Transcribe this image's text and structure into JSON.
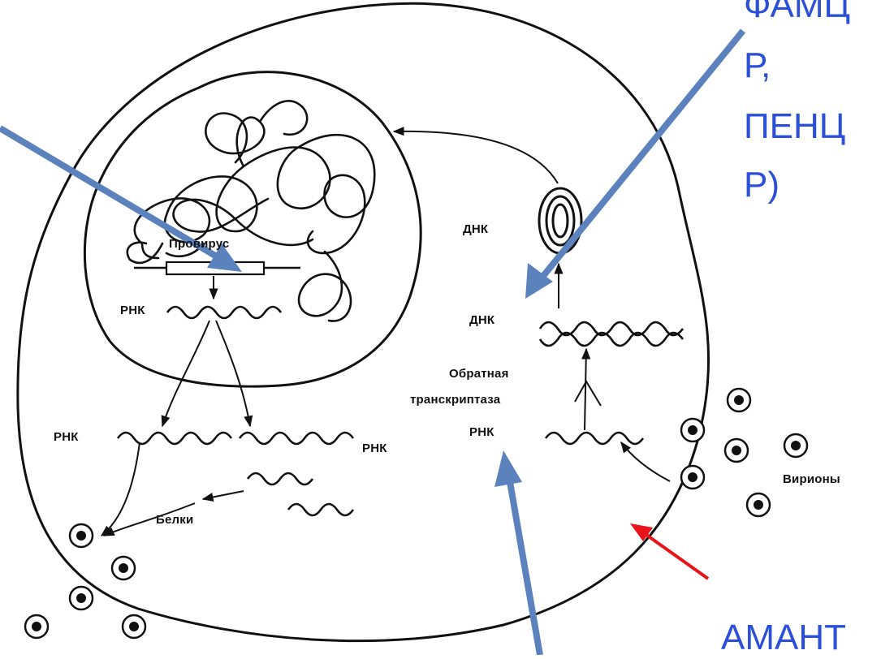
{
  "diagram": {
    "labels": {
      "provirus": "Провирус",
      "rna_nucleus": "РНК",
      "rna_left": "РНК",
      "rna_right": "РНК",
      "proteins": "Белки",
      "dna_ring": "ДНК",
      "dna_double": "ДНК",
      "reverse_transcriptase_line1": "Обратная",
      "reverse_transcriptase_line2": "транскриптаза",
      "rna_entry": "РНК",
      "virions": "Вирионы"
    }
  },
  "annotations": {
    "top_right_lines": [
      "ФАМЦ",
      "Р,",
      "ПЕНЦ",
      "Р)"
    ],
    "bottom_right": "АМАНТ"
  },
  "colors": {
    "annotation_arrow": "#5b82bd",
    "annotation_text": "#2b4fd8",
    "red_arrow": "#e8141a",
    "ink": "#111111"
  }
}
